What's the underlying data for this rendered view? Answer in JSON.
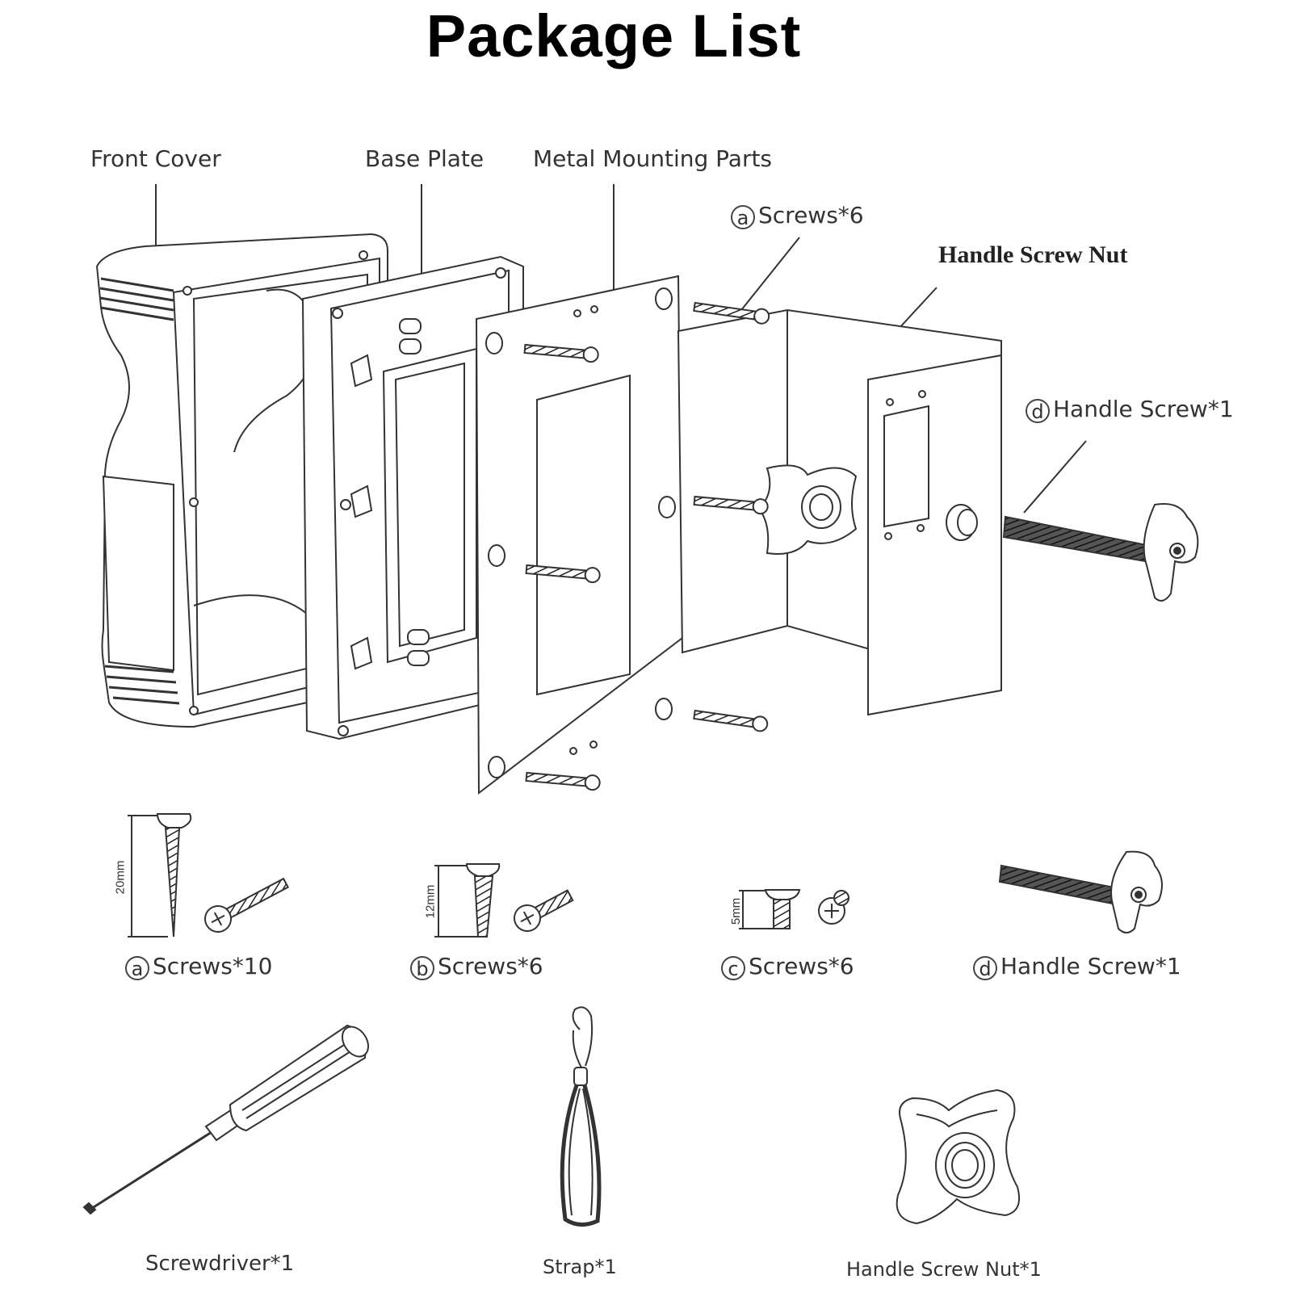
{
  "title": "Package List",
  "exploded_view": {
    "front_cover": "Front Cover",
    "base_plate": "Base Plate",
    "metal_mounting_parts": "Metal Mounting Parts",
    "screws_a": {
      "marker": "a",
      "text": "Screws*6"
    },
    "handle_screw_nut": "Handle Screw Nut",
    "handle_screw_d": {
      "marker": "d",
      "text": "Handle Screw*1"
    }
  },
  "parts": {
    "screws_a": {
      "marker": "a",
      "text": "Screws*10",
      "dimension": "20mm"
    },
    "screws_b": {
      "marker": "b",
      "text": "Screws*6",
      "dimension": "12mm"
    },
    "screws_c": {
      "marker": "c",
      "text": "Screws*6",
      "dimension": "5mm"
    },
    "handle_screw_d": {
      "marker": "d",
      "text": "Handle Screw*1"
    },
    "screwdriver": "Screwdriver*1",
    "strap": "Strap*1",
    "handle_screw_nut": "Handle Screw Nut*1"
  }
}
